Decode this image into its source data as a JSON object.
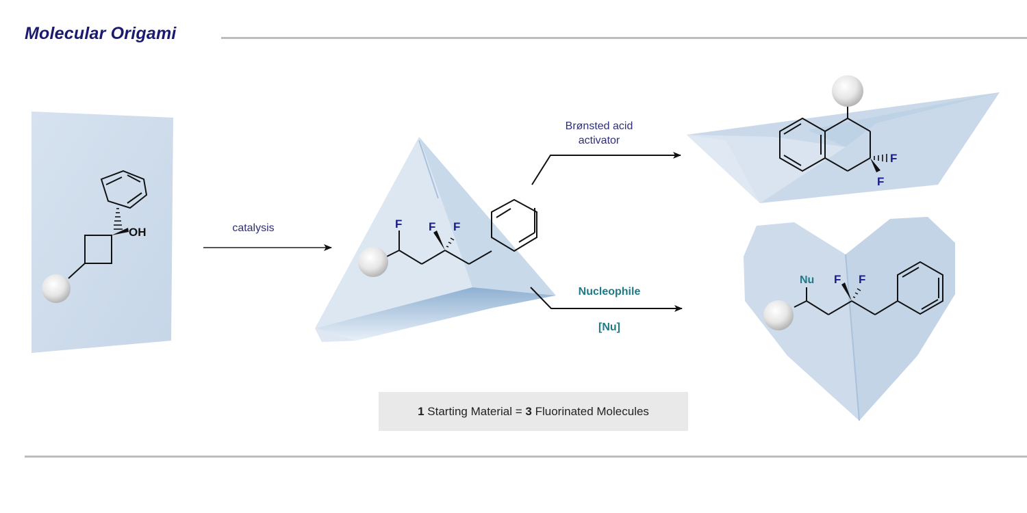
{
  "header": {
    "title": "Molecular Origami"
  },
  "arrows": {
    "catalysis": {
      "label": "catalysis"
    },
    "upper": {
      "line1": "Brønsted acid",
      "line2": "activator"
    },
    "lower": {
      "line1": "Nucleophile",
      "line2": "[Nu]"
    }
  },
  "molecules": {
    "starting": {
      "shape": "paper-sheet",
      "substituent": "OH"
    },
    "intermediate": {
      "shape": "paper-fortune-teller",
      "atoms": [
        "F",
        "F",
        "F"
      ]
    },
    "product_upper": {
      "shape": "paper-boat",
      "atoms": [
        "F",
        "F"
      ]
    },
    "product_lower": {
      "shape": "paper-heart",
      "atoms": [
        "Nu",
        "F",
        "F"
      ]
    }
  },
  "summary": {
    "count_start": "1",
    "text_start": " Starting Material = ",
    "count_end": "3",
    "text_end": " Fluorinated Molecules"
  },
  "colors": {
    "title": "#1a1a6e",
    "paper": "#cfdcec",
    "fluorine": "#1a1a8a",
    "nucleophile": "#1f7a86",
    "rule": "#bdbdbd",
    "summary_bg": "#e9e9e9"
  }
}
